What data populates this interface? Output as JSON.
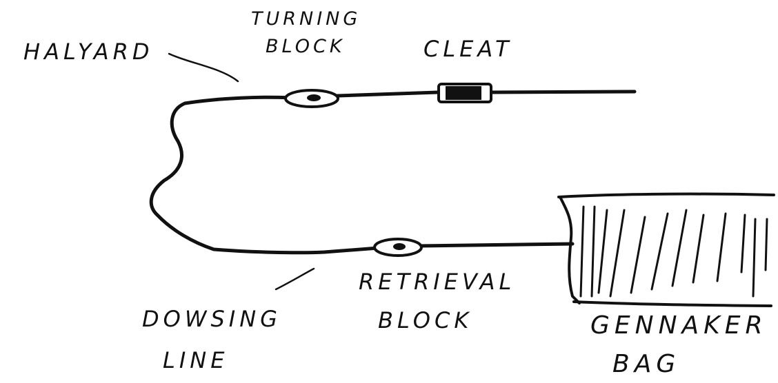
{
  "labels": {
    "halyard": "HALYARD",
    "turning_block_line1": "TURNING",
    "turning_block_line2": "BLOCK",
    "cleat": "CLEAT",
    "dowsing_line1": "DOWSING",
    "dowsing_line2": "LINE",
    "retrieval_line1": "RETRIEVAL",
    "retrieval_line2": "BLOCK",
    "bag_line1": "GENNAKER",
    "bag_line2": "BAG"
  },
  "colors": {
    "ink": "#111111",
    "paper": "#ffffff"
  }
}
